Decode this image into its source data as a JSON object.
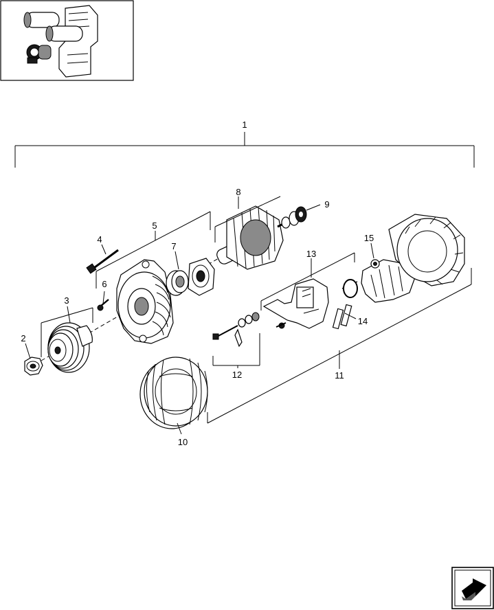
{
  "diagram": {
    "callouts": {
      "c1": "1",
      "c2": "2",
      "c3": "3",
      "c4": "4",
      "c5": "5",
      "c6": "6",
      "c7": "7",
      "c8": "8",
      "c9": "9",
      "c10": "10",
      "c11": "11",
      "c12": "12",
      "c13": "13",
      "c14": "14",
      "c15": "15"
    }
  },
  "icons": {
    "thumbnail": "alternator-location-thumbnail",
    "nav": "next-page-arrow-icon"
  }
}
